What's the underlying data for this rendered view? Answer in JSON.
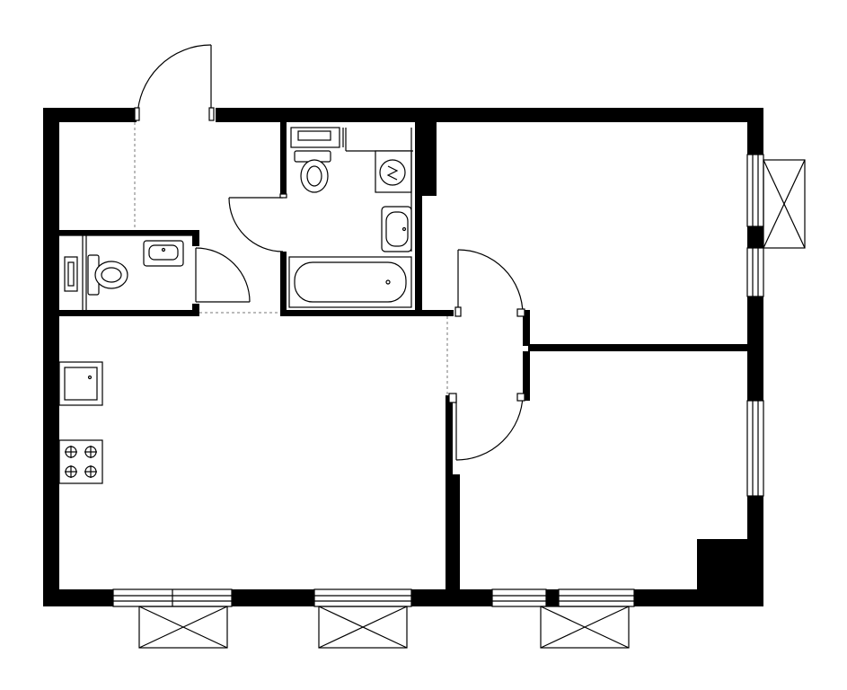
{
  "plan": {
    "type": "apartment-floor-plan",
    "rooms": [
      "entrance-hall",
      "bathroom",
      "toilet-room",
      "kitchen-living-room",
      "bedroom-upper",
      "bedroom-lower"
    ],
    "fixtures": [
      "toilet",
      "washing-machine",
      "washbasin",
      "bathtub",
      "kitchen-sink",
      "cooktop"
    ],
    "balconies": 4,
    "colors": {
      "walls": "#000000",
      "background": "#ffffff",
      "dashed_openings": "#777777"
    }
  }
}
